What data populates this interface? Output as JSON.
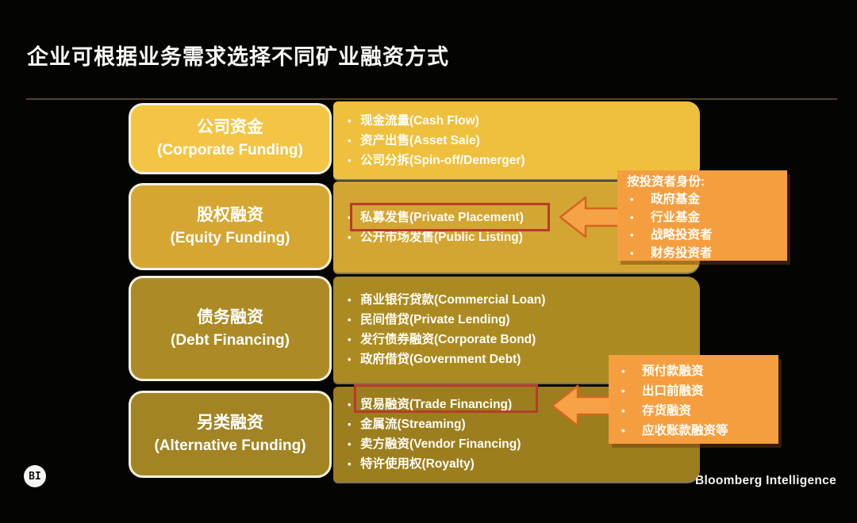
{
  "slide": {
    "title": "企业可根据业务需求选择不同矿业融资方式"
  },
  "rows": [
    {
      "label_zh": "公司资金",
      "label_en": "(Corporate Funding)",
      "items": [
        "现金流量(Cash Flow)",
        "资产出售(Asset Sale)",
        "公司分拆(Spin-off/Demerger)"
      ]
    },
    {
      "label_zh": "股权融资",
      "label_en": "(Equity Funding)",
      "items": [
        "私募发售(Private Placement)",
        "公开市场发售(Public Listing)"
      ]
    },
    {
      "label_zh": "债务融资",
      "label_en": "(Debt Financing)",
      "items": [
        "商业银行贷款(Commercial Loan)",
        "民间借贷(Private Lending)",
        "发行债券融资(Corporate Bond)",
        "政府借贷(Government Debt)"
      ]
    },
    {
      "label_zh": "另类融资",
      "label_en": "(Alternative Funding)",
      "items": [
        "贸易融资(Trade Financing)",
        "金属流(Streaming)",
        "卖方融资(Vendor Financing)",
        "特许使用权(Royalty)"
      ]
    }
  ],
  "callouts": [
    {
      "title": "按投资者身份:",
      "items": [
        "政府基金",
        "行业基金",
        "战略投资者",
        "财务投资者"
      ]
    },
    {
      "title": "",
      "items": [
        "预付款融资",
        "出口前融资",
        "存货融资",
        "应收账款融资等"
      ]
    }
  ],
  "bullet_glyph": "•",
  "footer": {
    "logo_text": "BI",
    "brand": "Bloomberg Intelligence"
  },
  "colors": {
    "background": "#040403",
    "row1_left": "#F4C544",
    "row1_right": "#EFC03E",
    "row2_left": "#D5A631",
    "row2_right": "#D3A532",
    "row3_left": "#AC8B26",
    "row3_right": "#AB8A22",
    "row4_left": "#A28424",
    "row4_right": "#9C7E1E",
    "callout": "#F59E40",
    "highlight": "#B93B2B",
    "arrow_fill": "#F6A246",
    "arrow_stroke": "#D4661F",
    "divider": "#554428"
  }
}
